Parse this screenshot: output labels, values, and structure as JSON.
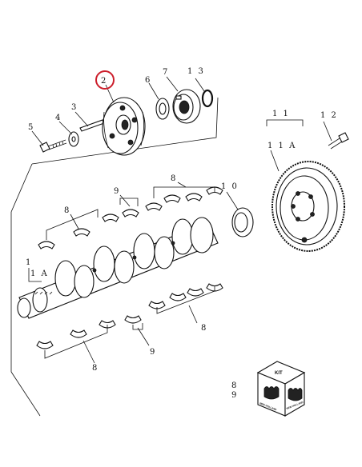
{
  "callouts": {
    "c1": "1",
    "c1a": "1 A",
    "c2": "2",
    "c3": "3",
    "c4": "4",
    "c5": "5",
    "c6": "6",
    "c7": "7",
    "c8_top_left": "8",
    "c8_top_right": "8",
    "c8_bottom_right": "8",
    "c8_bottom_left": "8",
    "c8_kit": "8",
    "c9_top": "9",
    "c9_bottom": "9",
    "c9_kit": "9",
    "c10": "1 0",
    "c11": "1 1",
    "c11a": "1 1 A",
    "c12": "1 2",
    "c13": "1 3"
  },
  "kit": {
    "label": "KIT",
    "logo_text": "NEW HOLLAND"
  },
  "colors": {
    "highlight": "#cc1e2b",
    "line": "#111111"
  }
}
